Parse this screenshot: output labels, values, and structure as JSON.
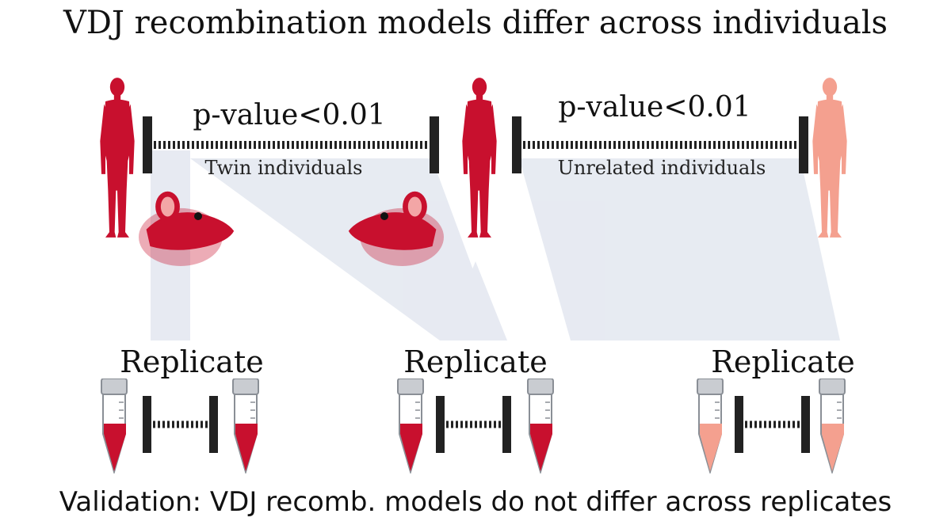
{
  "title": "VDJ recombination models differ across individuals",
  "comparisons": [
    {
      "p_value_label": "p-value<0.01",
      "group_label": "Twin individuals"
    },
    {
      "p_value_label": "p-value<0.01",
      "group_label": "Unrelated individuals"
    }
  ],
  "replicates": [
    {
      "label": "Replicate"
    },
    {
      "label": "Replicate"
    },
    {
      "label": "Replicate"
    }
  ],
  "footer": "Validation: VDJ recomb. models do not differ across replicates",
  "colors": {
    "human_red": "#c8102e",
    "human_pink": "#f4a08f",
    "mouse_red": "#c8102e",
    "tube_fill_red": "#c8102e",
    "tube_fill_pink": "#f4a08f",
    "bar_dark": "#222222",
    "projection": "#dfe4ee"
  }
}
